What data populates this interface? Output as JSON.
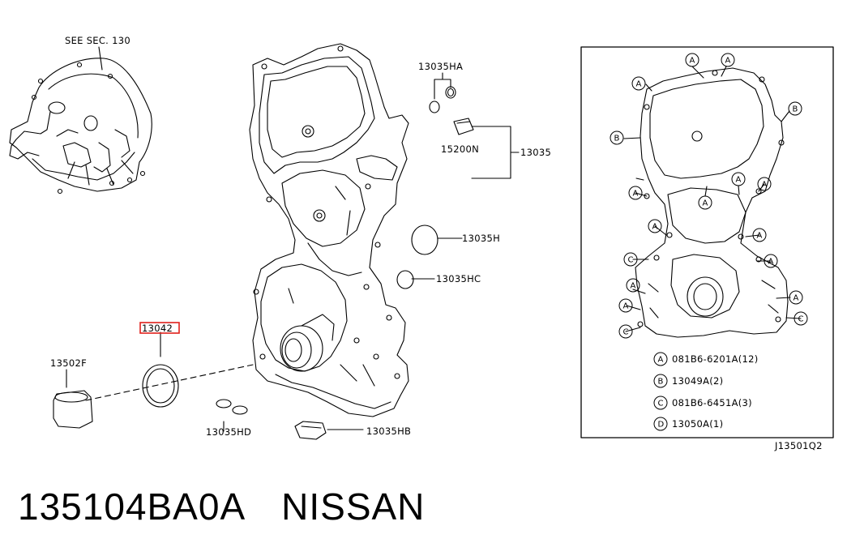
{
  "diagram": {
    "see_sec": "SEE SEC. 130",
    "parts": {
      "p13035HA": "13035HA",
      "p15200N": "15200N",
      "p13035": "13035",
      "p13035H": "13035H",
      "p13035HC": "13035HC",
      "p13042": "13042",
      "p13502F": "13502F",
      "p13035HD": "13035HD",
      "p13035HB": "13035HB"
    },
    "highlight_color": "#e0201b",
    "inset": {
      "marker_a": "A",
      "marker_b": "B",
      "marker_c": "C",
      "legend": [
        {
          "marker": "A",
          "text": "081B6-6201A(12)"
        },
        {
          "marker": "B",
          "text": "13049A(2)"
        },
        {
          "marker": "C",
          "text": "081B6-6451A(3)"
        },
        {
          "marker": "D",
          "text": "13050A(1)"
        }
      ]
    },
    "figure_code": "J13501Q2"
  },
  "footer": {
    "part_number": "135104BA0A",
    "make": "NISSAN"
  }
}
